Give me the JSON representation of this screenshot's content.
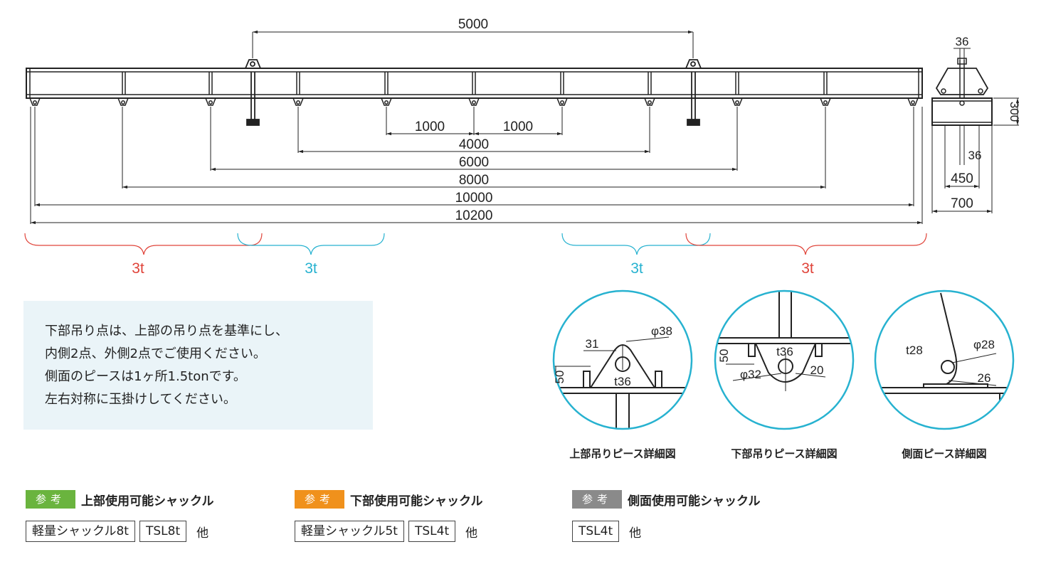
{
  "colors": {
    "red": "#e0443a",
    "cyan": "#27b2d0",
    "ink": "#222222",
    "note_bg": "#eaf4f8",
    "tag_green": "#6ab43e",
    "tag_orange": "#f0911c",
    "tag_gray": "#8a8a8a"
  },
  "dimensions": {
    "top_span": "5000",
    "d1000a": "1000",
    "d1000b": "1000",
    "d4000": "4000",
    "d6000": "6000",
    "d8000": "8000",
    "d10000": "10000",
    "d10200": "10200",
    "side_36_top": "36",
    "side_300": "300",
    "side_36_mid": "36",
    "side_450": "450",
    "side_700": "700"
  },
  "capacity": {
    "left_outer": "3t",
    "left_inner": "3t",
    "right_inner": "3t",
    "right_outer": "3t"
  },
  "details": {
    "upper": {
      "d31": "31",
      "phi38": "φ38",
      "d50": "50",
      "t36": "t36",
      "caption": "上部吊りピース詳細図"
    },
    "lower": {
      "d50": "50",
      "t36": "t36",
      "phi32": "φ32",
      "d20": "20",
      "caption": "下部吊りピース詳細図"
    },
    "side": {
      "t28": "t28",
      "phi28": "φ28",
      "d26": "26",
      "caption": "側面ピース詳細図"
    }
  },
  "note": {
    "lines": [
      "下部吊り点は、上部の吊り点を基準にし、",
      "内側2点、外側2点でご使用ください。",
      "側面のピースは1ヶ所1.5tonです。",
      "左右対称に玉掛けしてください。"
    ]
  },
  "references": [
    {
      "tag": "参考",
      "title": "上部使用可能シャックル",
      "items": [
        "軽量シャックル8t",
        "TSL8t"
      ],
      "tail": "他"
    },
    {
      "tag": "参考",
      "title": "下部使用可能シャックル",
      "items": [
        "軽量シャックル5t",
        "TSL4t"
      ],
      "tail": "他"
    },
    {
      "tag": "参考",
      "title": "側面使用可能シャックル",
      "items": [
        "TSL4t"
      ],
      "tail": "他"
    }
  ]
}
